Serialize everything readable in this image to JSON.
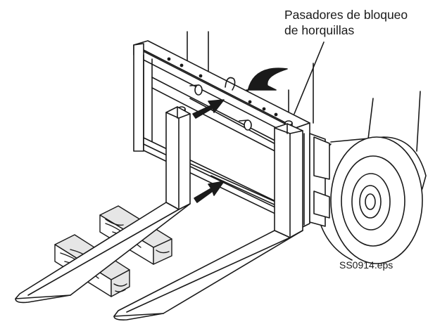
{
  "callout": {
    "line1": "Pasadores de bloqueo",
    "line2": "de horquillas"
  },
  "file_ref": "SS0914.eps",
  "colors": {
    "line": "#1a1a1a",
    "shade": "#e6e6e6",
    "background": "#ffffff"
  },
  "icons": [
    "forklift-carriage",
    "fork",
    "lock-pin",
    "wooden-block",
    "tire",
    "arrow"
  ]
}
